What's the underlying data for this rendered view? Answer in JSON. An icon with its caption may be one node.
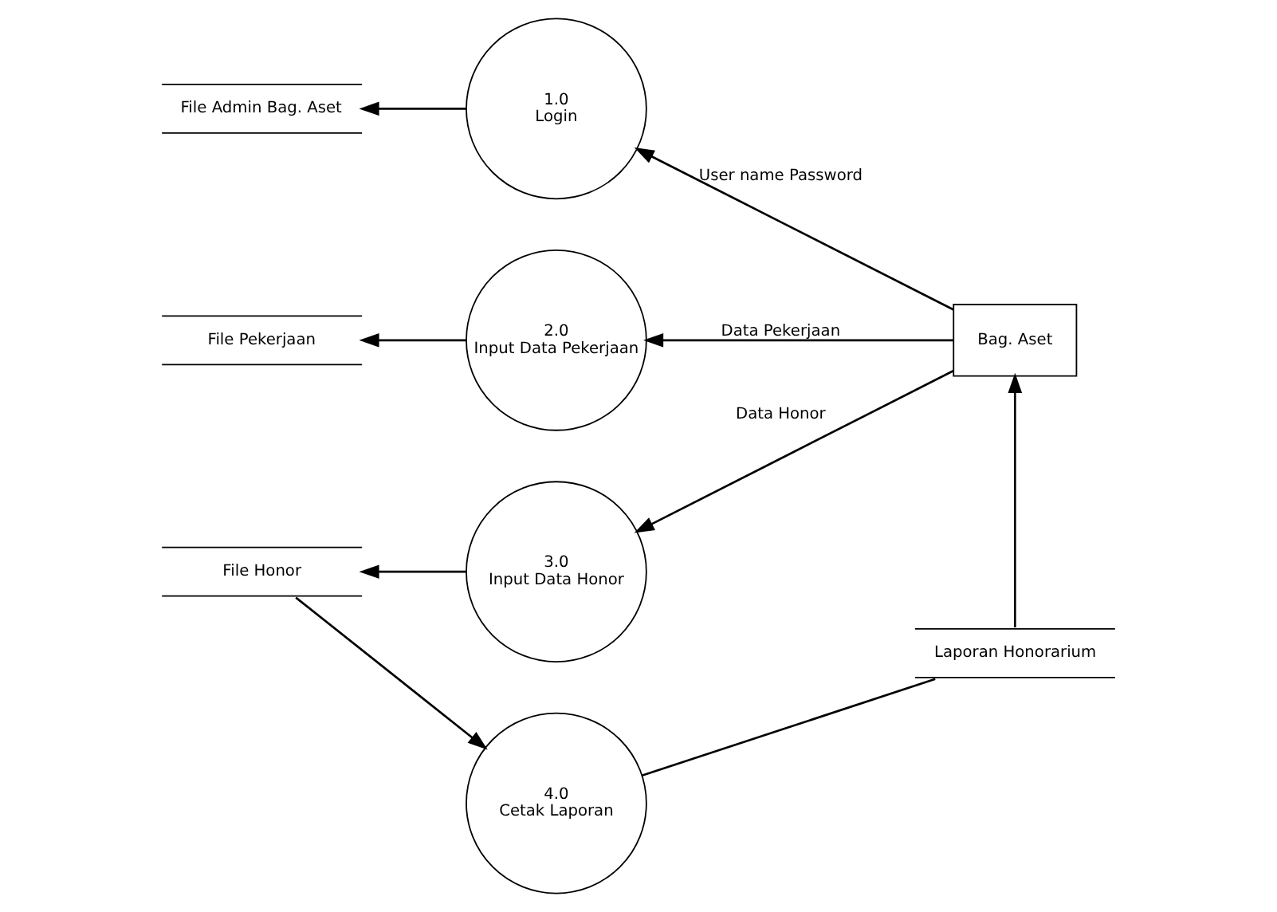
{
  "diagram": {
    "nodes": [
      {
        "text": [
          "File Admin Bag. Aset"
        ]
      },
      {
        "text": [
          "1.0",
          "Login"
        ]
      },
      {
        "text": [
          "File Pekerjaan"
        ]
      },
      {
        "text": [
          "2.0",
          "Input Data Pekerjaan"
        ]
      },
      {
        "text": [
          "File Honor"
        ]
      },
      {
        "text": [
          "3.0",
          "Input Data Honor"
        ]
      },
      {
        "text": [
          "4.0",
          "Cetak Laporan"
        ]
      },
      {
        "text": [
          "Laporan Honorarium"
        ]
      },
      {
        "text": [
          "Bag. Aset"
        ]
      }
    ],
    "edges": [
      {
        "from": 8,
        "to": 1,
        "arrow": "to",
        "label": "User name Password"
      },
      {
        "from": 1,
        "to": 0,
        "arrow": "to"
      },
      {
        "from": 8,
        "to": 3,
        "arrow": "to",
        "label": "Data Pekerjaan"
      },
      {
        "from": 3,
        "to": 2,
        "arrow": "to"
      },
      {
        "from": 8,
        "to": 5,
        "arrow": "to",
        "label": "Data Honor"
      },
      {
        "from": 5,
        "to": 4,
        "arrow": "to"
      },
      {
        "from": 4,
        "to": 6,
        "arrow": "to"
      },
      {
        "from": 6,
        "to": 7,
        "arrow": "none"
      },
      {
        "from": 7,
        "to": 8,
        "arrow": "to"
      }
    ]
  }
}
